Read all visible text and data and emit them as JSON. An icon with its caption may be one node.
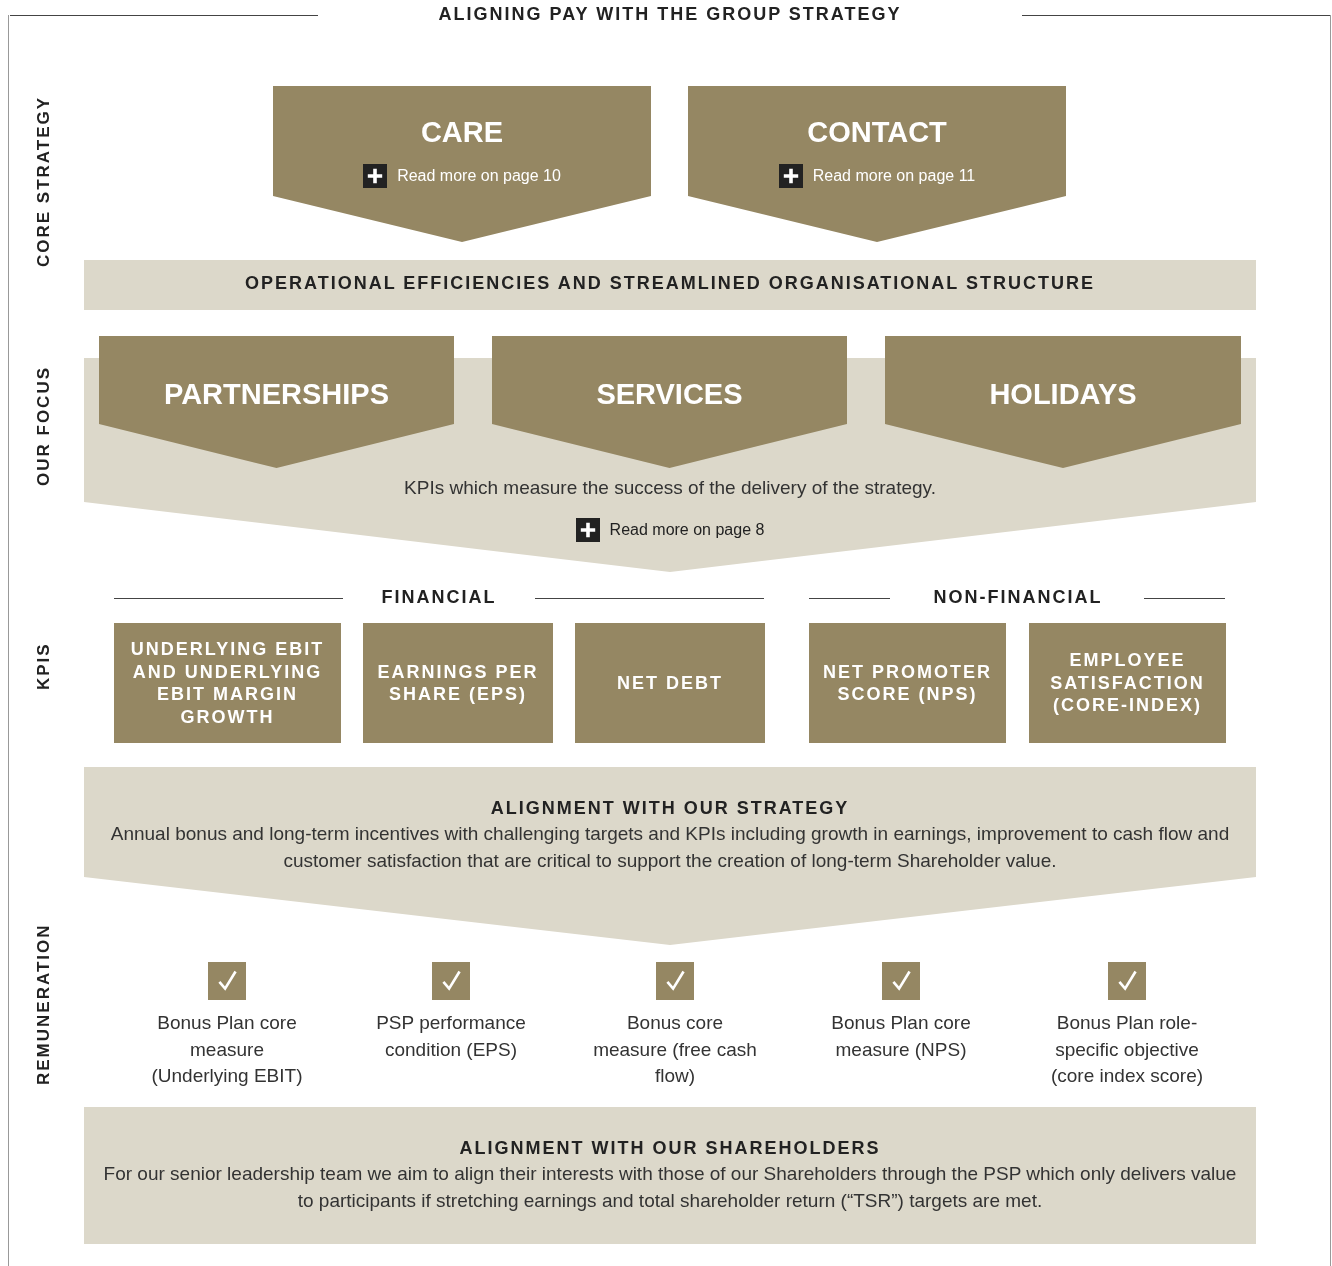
{
  "diagram": {
    "title": "ALIGNING PAY WITH THE GROUP STRATEGY",
    "nodes": [
      {
        "text": [
          "CARE",
          "Read more on page 10"
        ]
      },
      {
        "text": [
          "CONTACT",
          "Read more on page 11"
        ]
      },
      {
        "text": [
          "OPERATIONAL EFFICIENCIES AND STREAMLINED ORGANISATIONAL STRUCTURE"
        ]
      },
      {
        "text": [
          "KPIs which measure the success of the delivery of the strategy.",
          "Read more on page 8"
        ]
      },
      {
        "text": [
          "PARTNERSHIPS"
        ],
        "in": 3
      },
      {
        "text": [
          "SERVICES"
        ],
        "in": 3
      },
      {
        "text": [
          "HOLIDAYS"
        ],
        "in": 3
      },
      {
        "text": [
          "UNDERLYING EBIT AND UNDERLYING EBIT MARGIN GROWTH"
        ]
      },
      {
        "text": [
          "EARNINGS PER SHARE (EPS)"
        ]
      },
      {
        "text": [
          "NET DEBT"
        ]
      },
      {
        "text": [
          "NET PROMOTER SCORE (NPS)"
        ]
      },
      {
        "text": [
          "EMPLOYEE SATISFACTION (CORE-INDEX)"
        ]
      },
      {
        "text": [
          "ALIGNMENT WITH OUR STRATEGY",
          "Annual bonus and long-term incentives with challenging targets and KPIs including growth in earnings, improvement to cash flow and customer satisfaction that are critical to support the creation of long-term Shareholder value."
        ]
      },
      {
        "text": [
          "ALIGNMENT WITH OUR SHAREHOLDERS",
          "For our senior leadership team we aim to align their interests with those of our Shareholders through the PSP which only delivers value to participants if stretching earnings and total shareholder return (“TSR”) targets are met."
        ]
      }
    ],
    "edges": [],
    "labels": [
      "CORE STRATEGY",
      "OUR FOCUS",
      "FINANCIAL",
      "NON-FINANCIAL",
      "KPIS",
      "REMUNERATION",
      "Bonus Plan core measure (Underlying EBIT)",
      "PSP performance condition (EPS)",
      "Bonus core measure (free cash flow)",
      "Bonus Plan core measure (NPS)",
      "Bonus Plan role-specific objective (core index score)"
    ]
  }
}
